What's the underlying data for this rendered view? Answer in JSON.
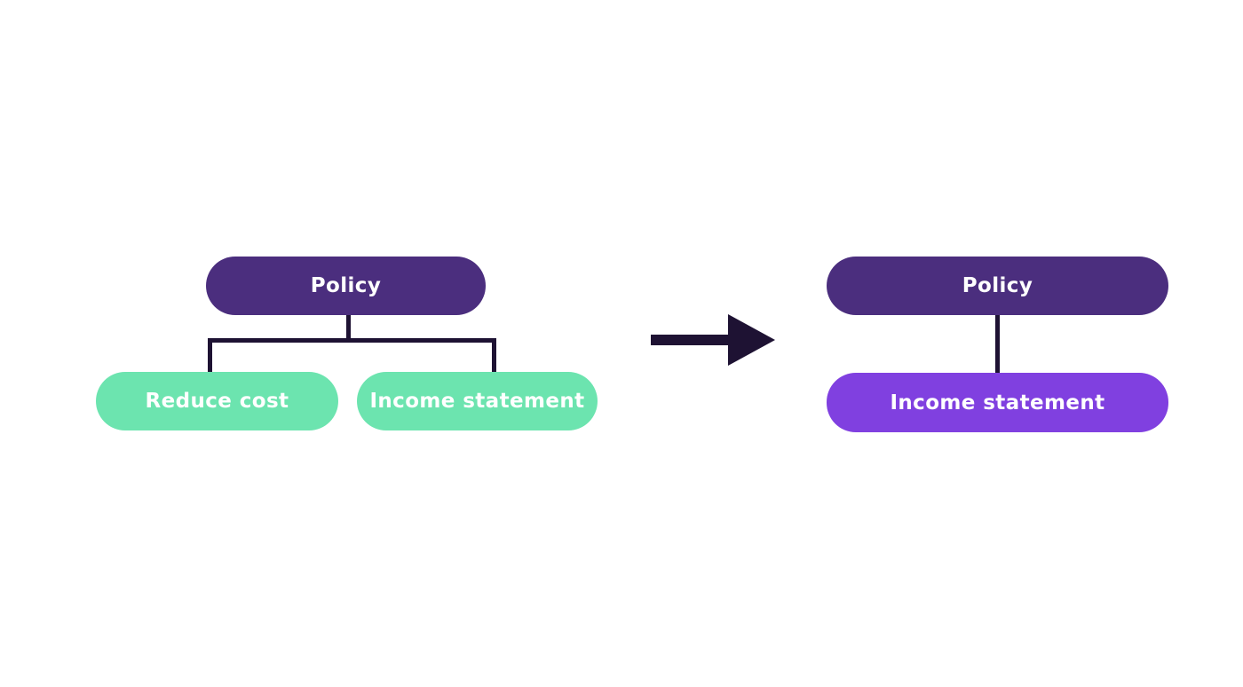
{
  "diagram": {
    "description": "Tree simplification diagram: policy tree before and after",
    "background": "#ffffff"
  },
  "colors": {
    "parent_fill": "#4B2E7E",
    "child_teal_fill": "#6CE4AF",
    "child_violet_fill": "#8040E0",
    "connector": "#1E1233",
    "label_text": "#FFFFFF"
  },
  "left_tree": {
    "root": {
      "label": "Policy"
    },
    "children": [
      {
        "label": "Reduce cost"
      },
      {
        "label": "Income statement"
      }
    ]
  },
  "arrow": {
    "direction": "right",
    "color": "#1E1233"
  },
  "right_tree": {
    "root": {
      "label": "Policy"
    },
    "children": [
      {
        "label": "Income statement"
      }
    ]
  }
}
